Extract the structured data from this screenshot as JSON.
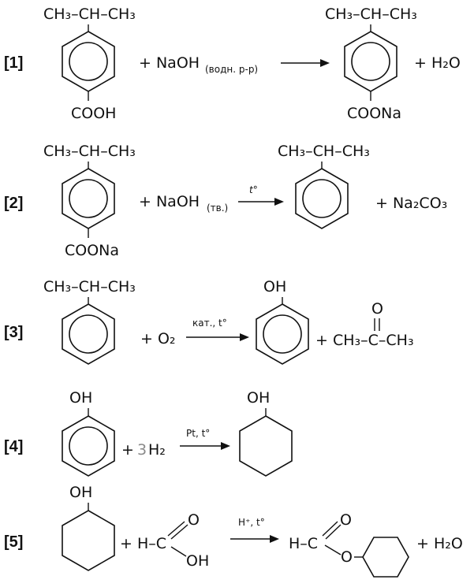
{
  "colors": {
    "ink": "#111111",
    "grey_coefficient": "#8a8a8a",
    "background": "#ffffff"
  },
  "reactions": [
    {
      "label": "[1]",
      "reactant1": {
        "top": "CH3–CH–CH3",
        "bottom": "COOH"
      },
      "reactant2": {
        "main": "+ NaOH",
        "sub": "(водн. р-р)"
      },
      "product1": {
        "top": "CH3–CH–CH3",
        "bottom": "COONa"
      },
      "product2": {
        "main": "+ H2O"
      }
    },
    {
      "label": "[2]",
      "reactant1": {
        "top": "CH3–CH–CH3",
        "bottom": "COONa"
      },
      "reactant2": {
        "main": "+ NaOH",
        "sub": "(тв.)"
      },
      "condition": "t°",
      "product1": {
        "top": "CH3–CH–CH3"
      },
      "product2": {
        "main": "+ Na2CO3"
      }
    },
    {
      "label": "[3]",
      "reactant1": {
        "top": "CH3–CH–CH3"
      },
      "reactant2": {
        "main": "+ O2"
      },
      "condition": "кат., t°",
      "product1": {
        "top": "OH"
      },
      "product2": {
        "main": "+ CH3–C–CH3",
        "top": "O"
      }
    },
    {
      "label": "[4]",
      "reactant1": {
        "top": "OH"
      },
      "reactant2": {
        "main": "+",
        "coefficient": "3",
        "formula": "H2"
      },
      "condition": "Pt, t°",
      "product1": {
        "top": "OH"
      }
    },
    {
      "label": "[5]",
      "reactant1": {
        "top": "OH"
      },
      "reactant2": {
        "main": "+ H–C",
        "top": "O",
        "bottom": "OH"
      },
      "condition": "H+, t°",
      "product1": {
        "left": "H–C",
        "top": "O",
        "ester_o": "O"
      },
      "product2": {
        "main": "+ H2O"
      }
    }
  ]
}
